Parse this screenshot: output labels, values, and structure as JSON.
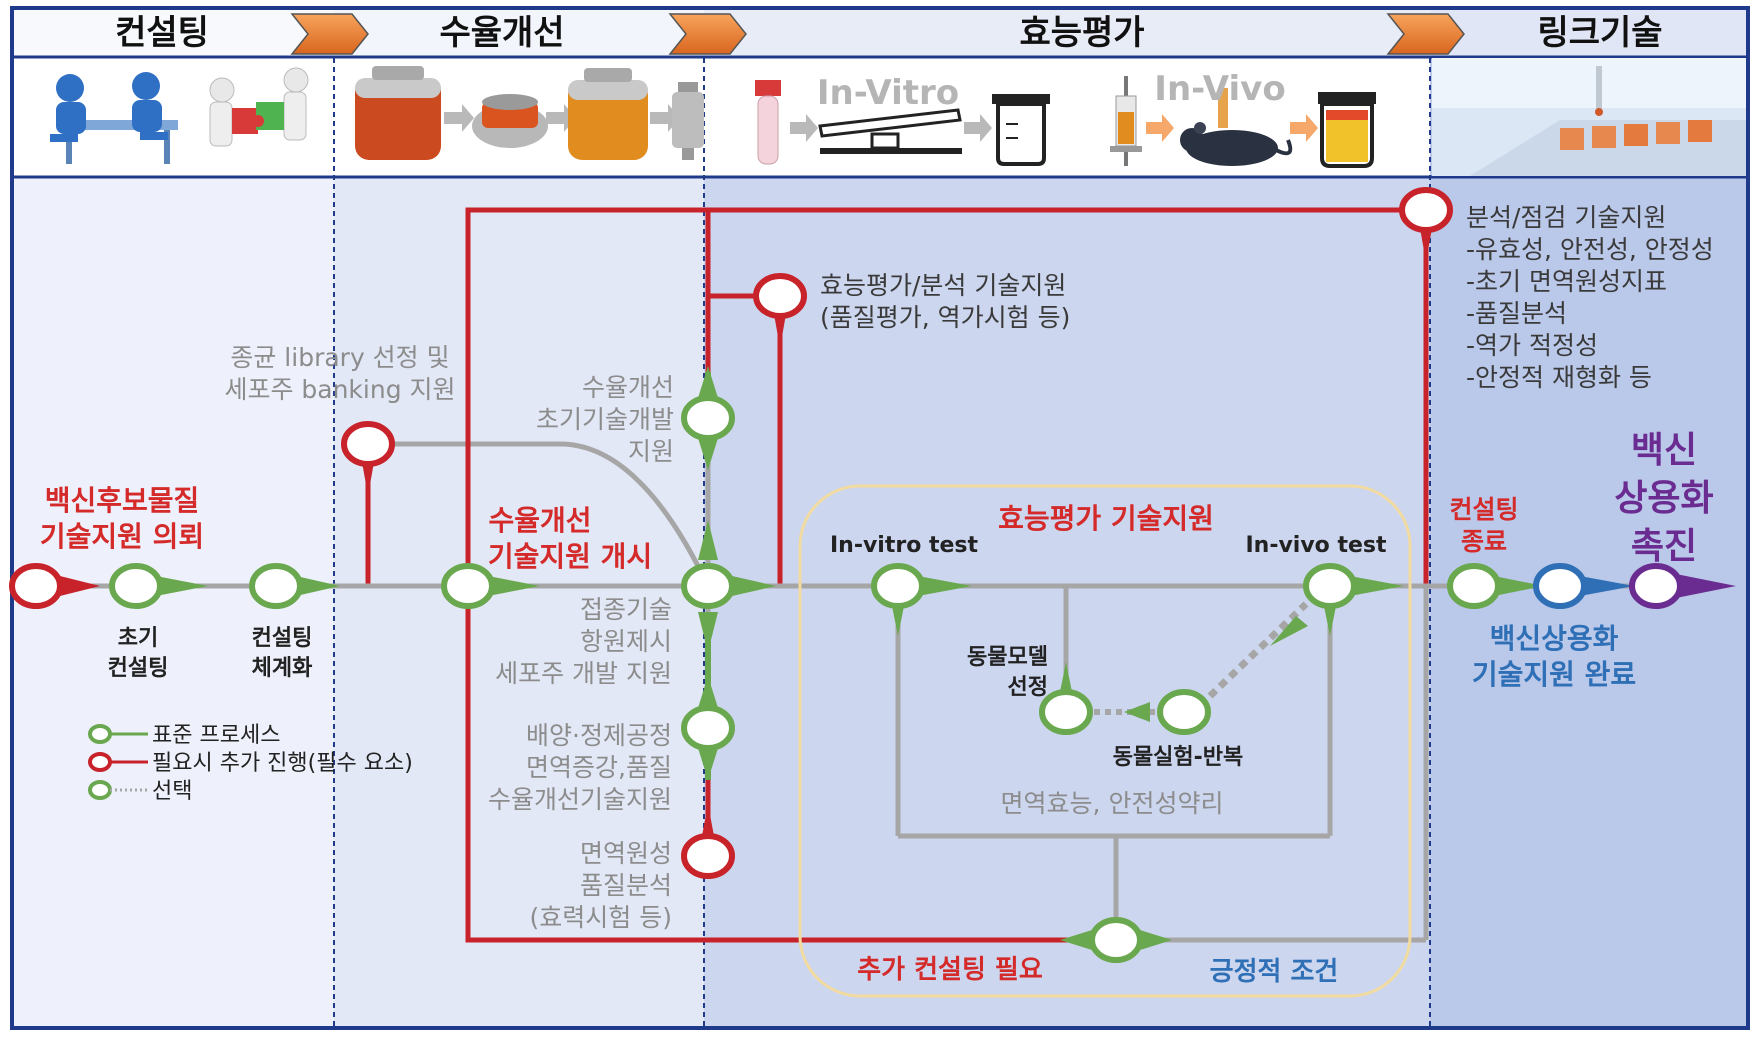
{
  "stages": [
    "컨설팅",
    "수율개선",
    "효능평가",
    "링크기술"
  ],
  "image_captions": {
    "in_vitro": "In-Vitro",
    "in_vivo": "In-Vivo"
  },
  "start": {
    "line1": "백신후보물질",
    "line2": "기술지원 의뢰"
  },
  "nodes": {
    "initial_consulting": {
      "line1": "초기",
      "line2": "컨설팅"
    },
    "consulting_system": {
      "line1": "컨설팅",
      "line2": "체계화"
    },
    "yield_start": {
      "line1": "수율개선",
      "line2": "기술지원 개시"
    },
    "consulting_end": {
      "line1": "컨설팅",
      "line2": "종료"
    },
    "complete": {
      "line1": "백신상용화",
      "line2": "기술지원 완료"
    },
    "promote": {
      "line1": "백신",
      "line2": "상용화",
      "line3": "촉진"
    }
  },
  "annotations": {
    "strain_library": {
      "line1": "종균 library 선정 및",
      "line2": "세포주 banking 지원"
    },
    "yield_initial": {
      "line1": "수율개선",
      "line2": "초기기술개발",
      "line3": "지원"
    },
    "efficacy_analysis": {
      "line1": "효능평가/분석 기술지원",
      "line2": "(품질평가, 역가시험 등)"
    },
    "inoculation": {
      "line1": "접종기술",
      "line2": "항원제시",
      "line3": "세포주 개발 지원"
    },
    "culture": {
      "line1": "배양·정제공정",
      "line2": "면역증강,품질",
      "line3": "수율개선기술지원"
    },
    "immunogen": {
      "line1": "면역원성",
      "line2": "품질분석",
      "line3": "(효력시험 등)"
    },
    "analysis_support": {
      "title": "분석/점검 기술지원",
      "items": [
        "-유효성, 안전성, 안정성",
        "-초기 면역원성지표",
        "-품질분석",
        "-역가 적정성",
        "-안정적 재형화 등"
      ]
    }
  },
  "efficacy_box": {
    "title": "효능평가 기술지원",
    "in_vitro": "In-vitro test",
    "in_vivo": "In-vivo test",
    "animal_model": {
      "line1": "동물모델",
      "line2": "선정"
    },
    "animal_test": "동물실험-반복",
    "immune_safety": "면역효능, 안전성약리",
    "additional_consulting": "추가 컨설팅 필요",
    "positive": "긍정적 조건"
  },
  "legend": {
    "standard": "표준 프로세스",
    "required": "필요시 추가 진행(필수 요소)",
    "optional": "선택"
  },
  "colors": {
    "red": "#d42a2a",
    "green": "#6aa84f",
    "blue": "#2e6fb6",
    "purple": "#6a2c91",
    "gray": "#a6a6a6",
    "border": "#1f3a8a"
  }
}
